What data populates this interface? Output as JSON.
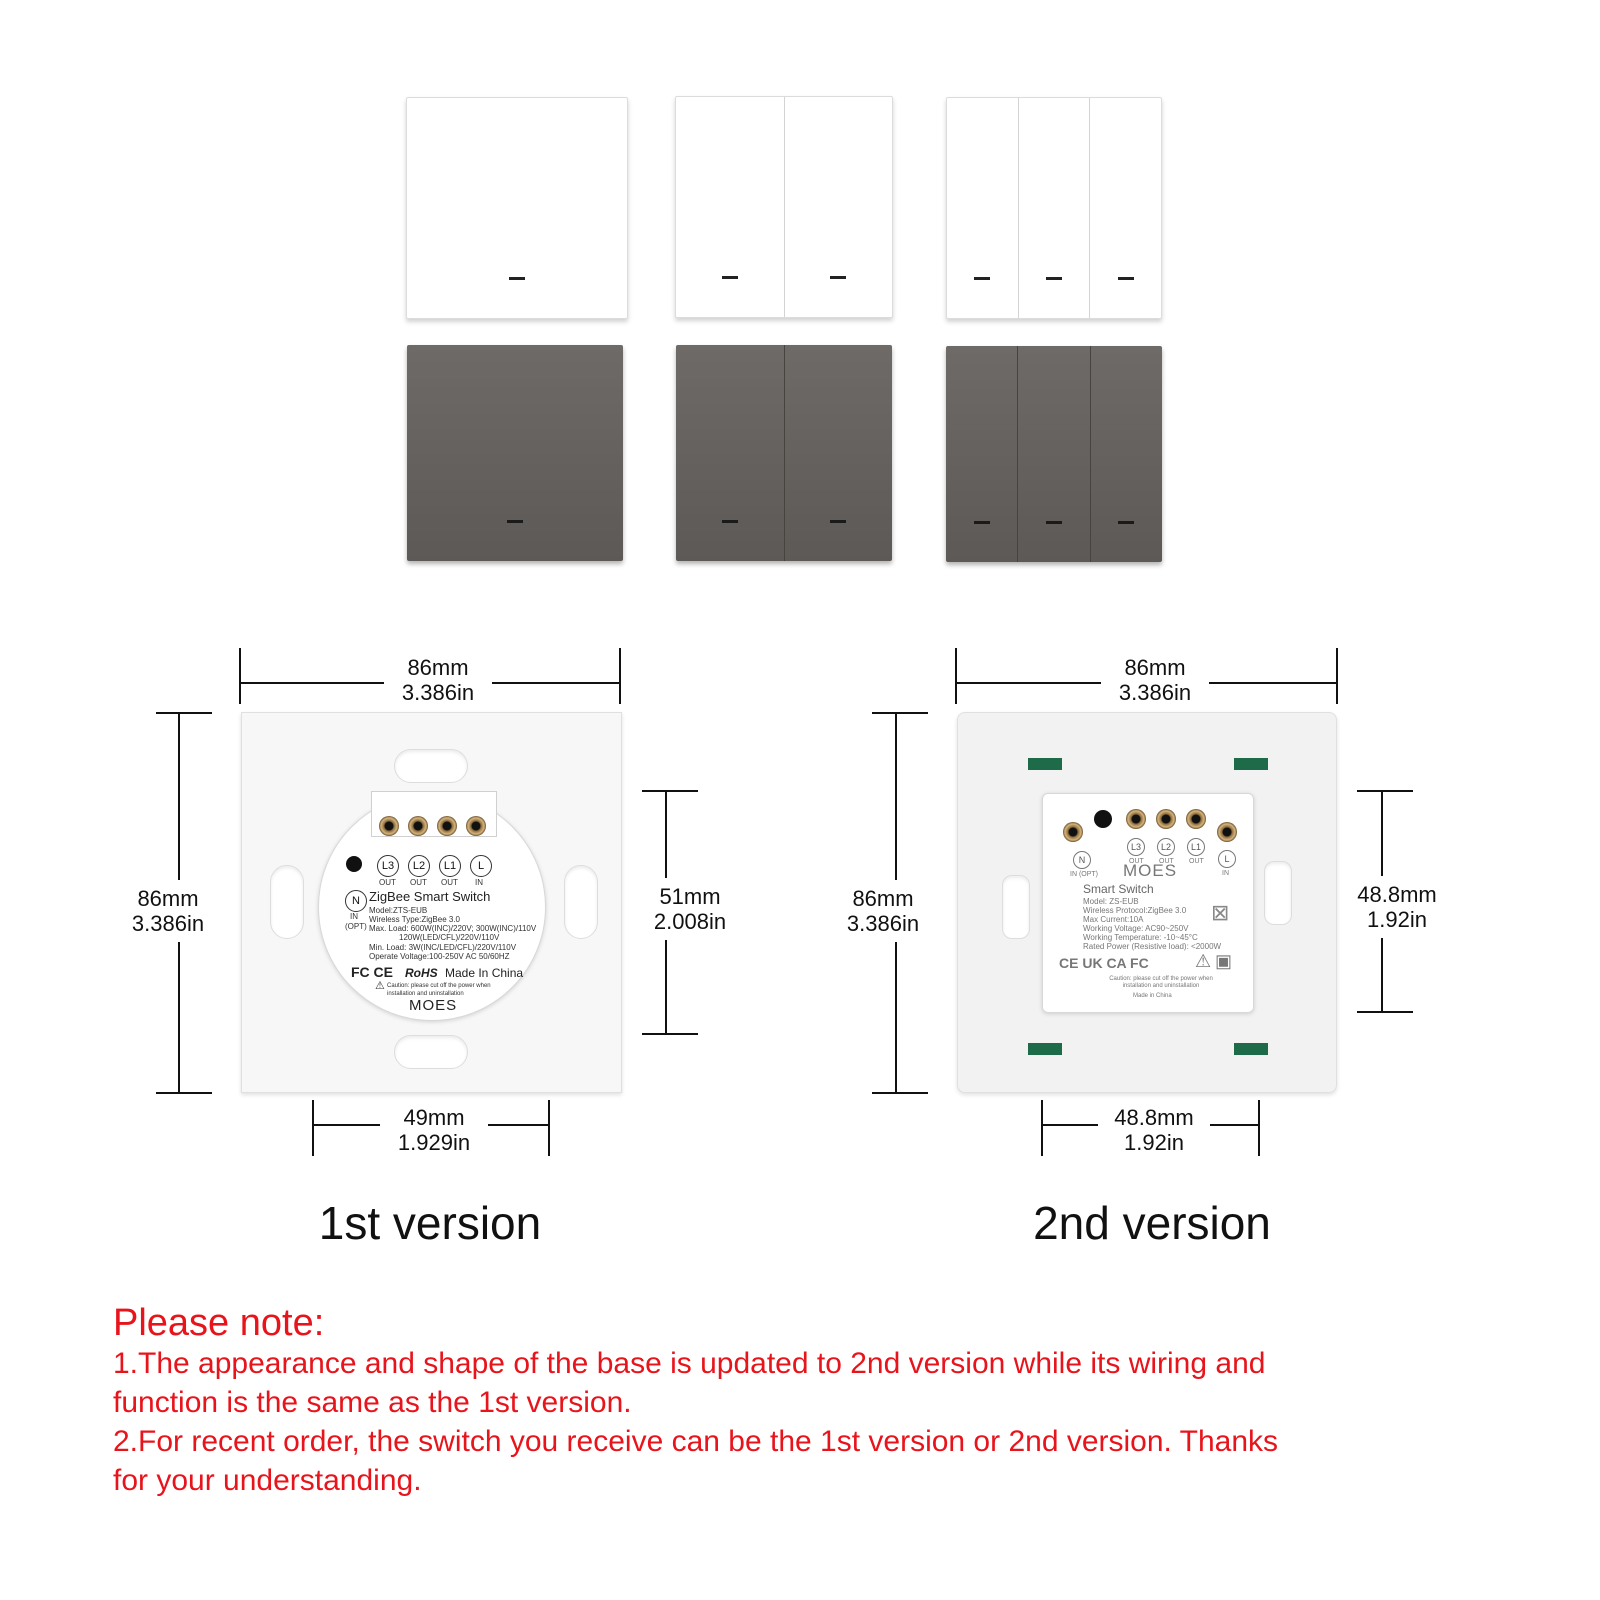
{
  "switches": {
    "white": [
      {
        "gangs": 1
      },
      {
        "gangs": 2
      },
      {
        "gangs": 3
      }
    ],
    "grey": [
      {
        "gangs": 1
      },
      {
        "gangs": 2
      },
      {
        "gangs": 3
      }
    ]
  },
  "v1": {
    "width_mm": "86mm",
    "width_in": "3.386in",
    "height_mm": "86mm",
    "height_in": "3.386in",
    "inner_h_mm": "51mm",
    "inner_h_in": "2.008in",
    "inner_w_mm": "49mm",
    "inner_w_in": "1.929in",
    "label": "1st version",
    "module": {
      "terminals": [
        "L3",
        "L2",
        "L1",
        "L"
      ],
      "terminal_sub": [
        "OUT",
        "OUT",
        "OUT",
        "IN"
      ],
      "n_label": "N",
      "n_sub": "IN",
      "opt": "(OPT)",
      "title": "ZigBee Smart Switch",
      "lines": [
        "Model:ZTS-EUB",
        "Wireless Type:ZigBee 3.0",
        "Max. Load: 600W(INC)/220V; 300W(INC)/110V",
        "120W(LED/CFL)/220V/110V",
        "Min. Load: 3W(INC/LED/CFL)/220V/110V",
        "Operate Voltage:100-250V AC 50/60HZ"
      ],
      "certs": "FC CE",
      "rohs": "RoHS",
      "made_in": "Made In China",
      "caution": "Caution: please cut off the power when installation and uninstallation",
      "brand": "MOES"
    }
  },
  "v2": {
    "width_mm": "86mm",
    "width_in": "3.386in",
    "height_mm": "86mm",
    "height_in": "3.386in",
    "inner_h_mm": "48.8mm",
    "inner_h_in": "1.92in",
    "inner_w_mm": "48.8mm",
    "inner_w_in": "1.92in",
    "label": "2nd version",
    "module": {
      "terminals": [
        "L3",
        "L2",
        "L1",
        "L"
      ],
      "terminal_sub": [
        "OUT",
        "OUT",
        "OUT",
        "IN"
      ],
      "n_label": "N",
      "n_sub": "IN (OPT)",
      "brand": "MOES",
      "title": "Smart Switch",
      "lines": [
        "Model:  ZS-EUB",
        "Wireless Protocol:ZigBee 3.0",
        "Max Current:10A",
        "Working Voltage: AC90~250V",
        "Working Temperature: -10~45°C",
        "Rated Power (Resistive load): <2000W"
      ],
      "certs": "CE UK CA FC",
      "caution": "Caution: please cut off the power when installation and uninstallation",
      "made_in": "Made in China"
    }
  },
  "note": {
    "heading": "Please note:",
    "lines": [
      "1.The appearance and shape of the base is updated to 2nd version while its wiring and",
      "function is the same as the 1st version.",
      "2.For recent order, the switch you receive can be the 1st version or 2nd version. Thanks",
      "for your understanding."
    ]
  }
}
